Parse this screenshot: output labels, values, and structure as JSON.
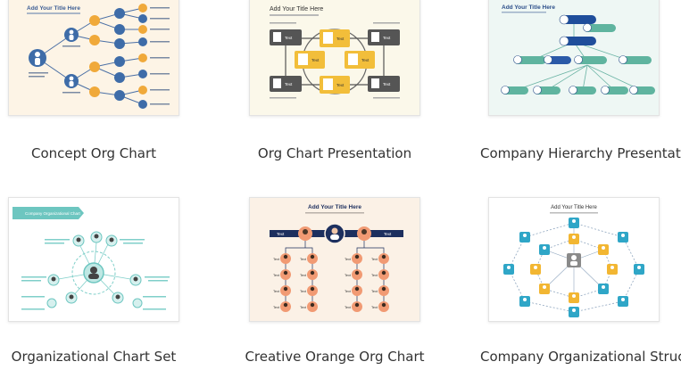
{
  "templates": [
    {
      "title": "Concept Org Chart",
      "heading": "Add Your Title Here"
    },
    {
      "title": "Org Chart Presentation",
      "heading": "Add Your Title Here",
      "box_label": "Text"
    },
    {
      "title": "Company Hierarchy Presentation",
      "heading": "Add Your Title Here"
    },
    {
      "title": "Organizational Chart Set",
      "banner": "Company Organizational Chart"
    },
    {
      "title": "Creative Orange Org Chart",
      "heading": "Add Your Title Here",
      "box_label": "Text"
    },
    {
      "title": "Company Organizational Structure",
      "heading": "Add Your Title Here"
    }
  ]
}
